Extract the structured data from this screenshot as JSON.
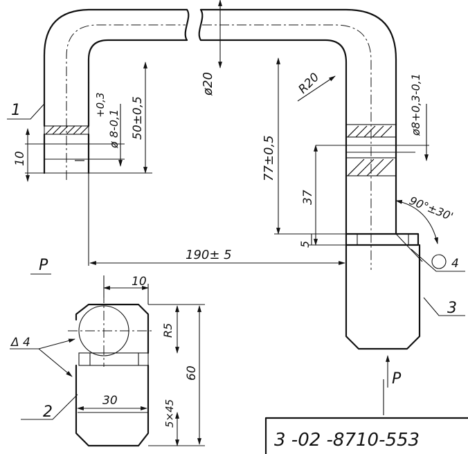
{
  "drawing": {
    "dimensions": {
      "tube_dia": "ø20",
      "bend_radius": "R20",
      "hole_left_a": "+0,3",
      "hole_left_b": "ø 8-0,1",
      "hole_right": "ø8+0,3-0,1",
      "height_50": "50±0,5",
      "height_77": "77±0,5",
      "height_37": "37",
      "angle": "90°±30'",
      "thk_5": "5",
      "width_190": "190± 5",
      "left_10": "10",
      "plate_10": "10",
      "plate_r5": "R5",
      "plate_60": "60",
      "plate_30": "30",
      "chamfer": "5×45"
    },
    "parts": {
      "part_1": "1",
      "part_2": "2",
      "part_3": "3"
    },
    "weld_left": "Δ 4",
    "weld_right": "4",
    "view_p_left": "P",
    "view_p_bottom": "P",
    "doc_number": "3 -02 -8710-553"
  }
}
